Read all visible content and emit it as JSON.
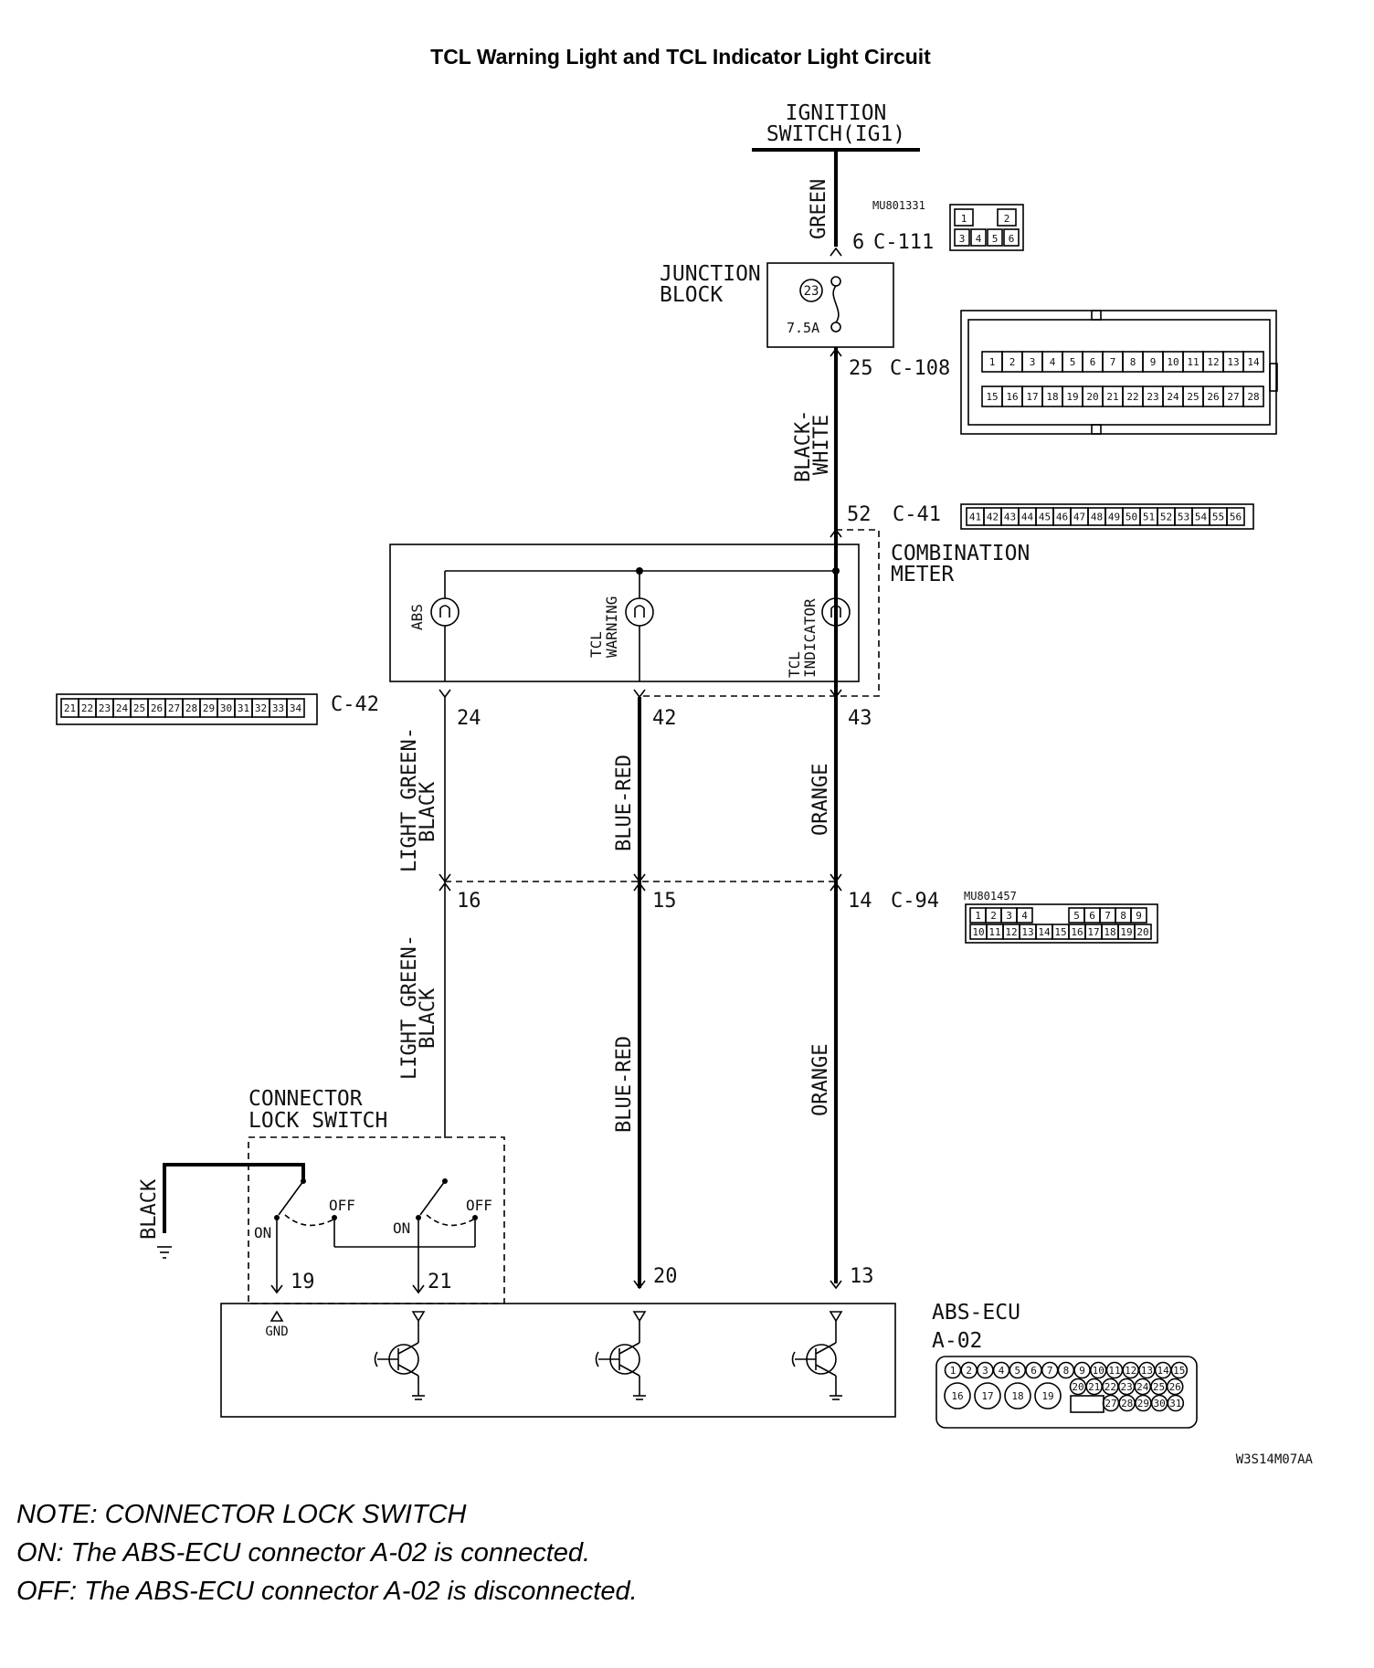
{
  "title": "TCL Warning Light and TCL Indicator Light Circuit",
  "ignition": [
    "IGNITION",
    "SWITCH(IG1)"
  ],
  "connectors": {
    "c111": {
      "name": "C-111",
      "pin": "6",
      "part": "MU801331",
      "cells": [
        "1",
        "2",
        "3",
        "4",
        "5",
        "6"
      ]
    },
    "c108": {
      "name": "C-108",
      "pin": "25",
      "cells_top": [
        "1",
        "2",
        "3",
        "4",
        "5",
        "6",
        "7",
        "8",
        "9",
        "10",
        "11",
        "12",
        "13",
        "14"
      ],
      "cells_bottom": [
        "15",
        "16",
        "17",
        "18",
        "19",
        "20",
        "21",
        "22",
        "23",
        "24",
        "25",
        "26",
        "27",
        "28"
      ]
    },
    "c41": {
      "name": "C-41",
      "pin": "52",
      "cells": [
        "41",
        "42",
        "43",
        "44",
        "45",
        "46",
        "47",
        "48",
        "49",
        "50",
        "51",
        "52",
        "53",
        "54",
        "55",
        "56"
      ]
    },
    "c42": {
      "name": "C-42",
      "cells": [
        "21",
        "22",
        "23",
        "24",
        "25",
        "26",
        "27",
        "28",
        "29",
        "30",
        "31",
        "32",
        "33",
        "34"
      ]
    },
    "c94": {
      "name": "C-94",
      "part": "MU801457",
      "cells_top": [
        "1",
        "2",
        "3",
        "4",
        "5",
        "6",
        "7",
        "8",
        "9"
      ],
      "cells_bottom": [
        "10",
        "11",
        "12",
        "13",
        "14",
        "15",
        "16",
        "17",
        "18",
        "19",
        "20"
      ]
    },
    "a02": {
      "cells_top": [
        "1",
        "2",
        "3",
        "4",
        "5",
        "6",
        "7",
        "8",
        "9",
        "10",
        "11",
        "12",
        "13",
        "14",
        "15"
      ],
      "cells_mid": [
        "16",
        "17",
        "18",
        "19",
        "20",
        "21",
        "22",
        "23",
        "24",
        "25",
        "26"
      ],
      "cells_bottom": [
        "27",
        "28",
        "29",
        "30",
        "31"
      ]
    }
  },
  "junction_block": {
    "label": [
      "JUNCTION",
      "BLOCK"
    ],
    "fuse_no": "23",
    "fuse_rating": "7.5A"
  },
  "wires": {
    "green": "GREEN",
    "black_white": [
      "BLACK-",
      "WHITE"
    ],
    "light_green_black": [
      "LIGHT GREEN-",
      "BLACK"
    ],
    "blue_red": "BLUE-RED",
    "orange": "ORANGE",
    "black": "BLACK"
  },
  "combination_meter": {
    "label": [
      "COMBINATION",
      "METER"
    ],
    "lamps": {
      "abs": "ABS",
      "tcl_warning": [
        "TCL",
        "WARNING"
      ],
      "tcl_indicator": [
        "TCL",
        "INDICATOR"
      ]
    },
    "pins": {
      "abs": "24",
      "warning": "42",
      "indicator": "43"
    }
  },
  "c94_pins": {
    "lg": "16",
    "br": "15",
    "or": "14"
  },
  "lock_switch": {
    "label": [
      "CONNECTOR",
      "LOCK SWITCH"
    ],
    "on": "ON",
    "off": "OFF"
  },
  "ecu": {
    "label": [
      "ABS-ECU",
      "A-02"
    ],
    "pins": {
      "gnd": "19",
      "lg": "21",
      "br": "20",
      "or": "13"
    },
    "gnd": "GND"
  },
  "figure_code": "W3S14M07AA",
  "notes": [
    "NOTE: CONNECTOR LOCK SWITCH",
    "ON: The ABS-ECU connector A-02 is connected.",
    "OFF: The ABS-ECU connector A-02 is disconnected."
  ]
}
